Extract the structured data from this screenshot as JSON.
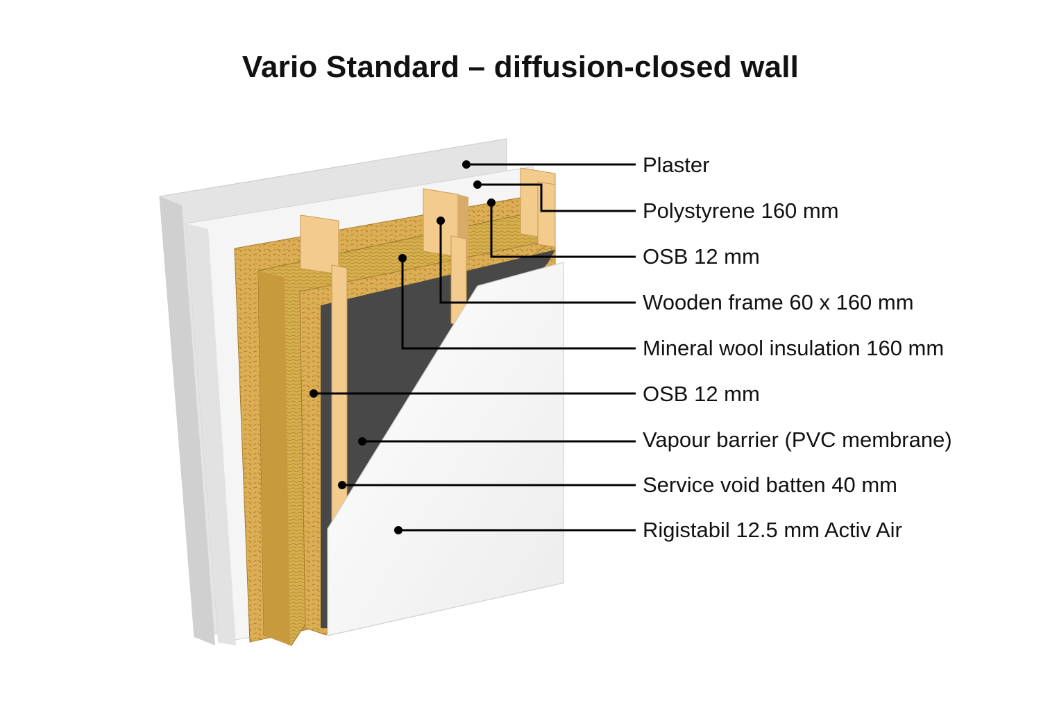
{
  "title": "Vario Standard – diffusion-closed wall",
  "layers": [
    {
      "label": "Plaster"
    },
    {
      "label": "Polystyrene 160 mm"
    },
    {
      "label": "OSB 12 mm"
    },
    {
      "label": "Wooden frame 60 x 160 mm"
    },
    {
      "label": "Mineral wool insulation 160 mm"
    },
    {
      "label": "OSB 12 mm"
    },
    {
      "label": "Vapour barrier (PVC membrane)"
    },
    {
      "label": "Service void batten 40 mm"
    },
    {
      "label": "Rigistabil 12.5 mm Activ Air"
    }
  ],
  "colors": {
    "plaster": "#e6e6e6",
    "polystyrene": "#f4f4f4",
    "osb": "#d9a94c",
    "wood": "#f0c98c",
    "membrane": "#4a4a4a",
    "board": "#fafafa",
    "leader": "#000000"
  }
}
